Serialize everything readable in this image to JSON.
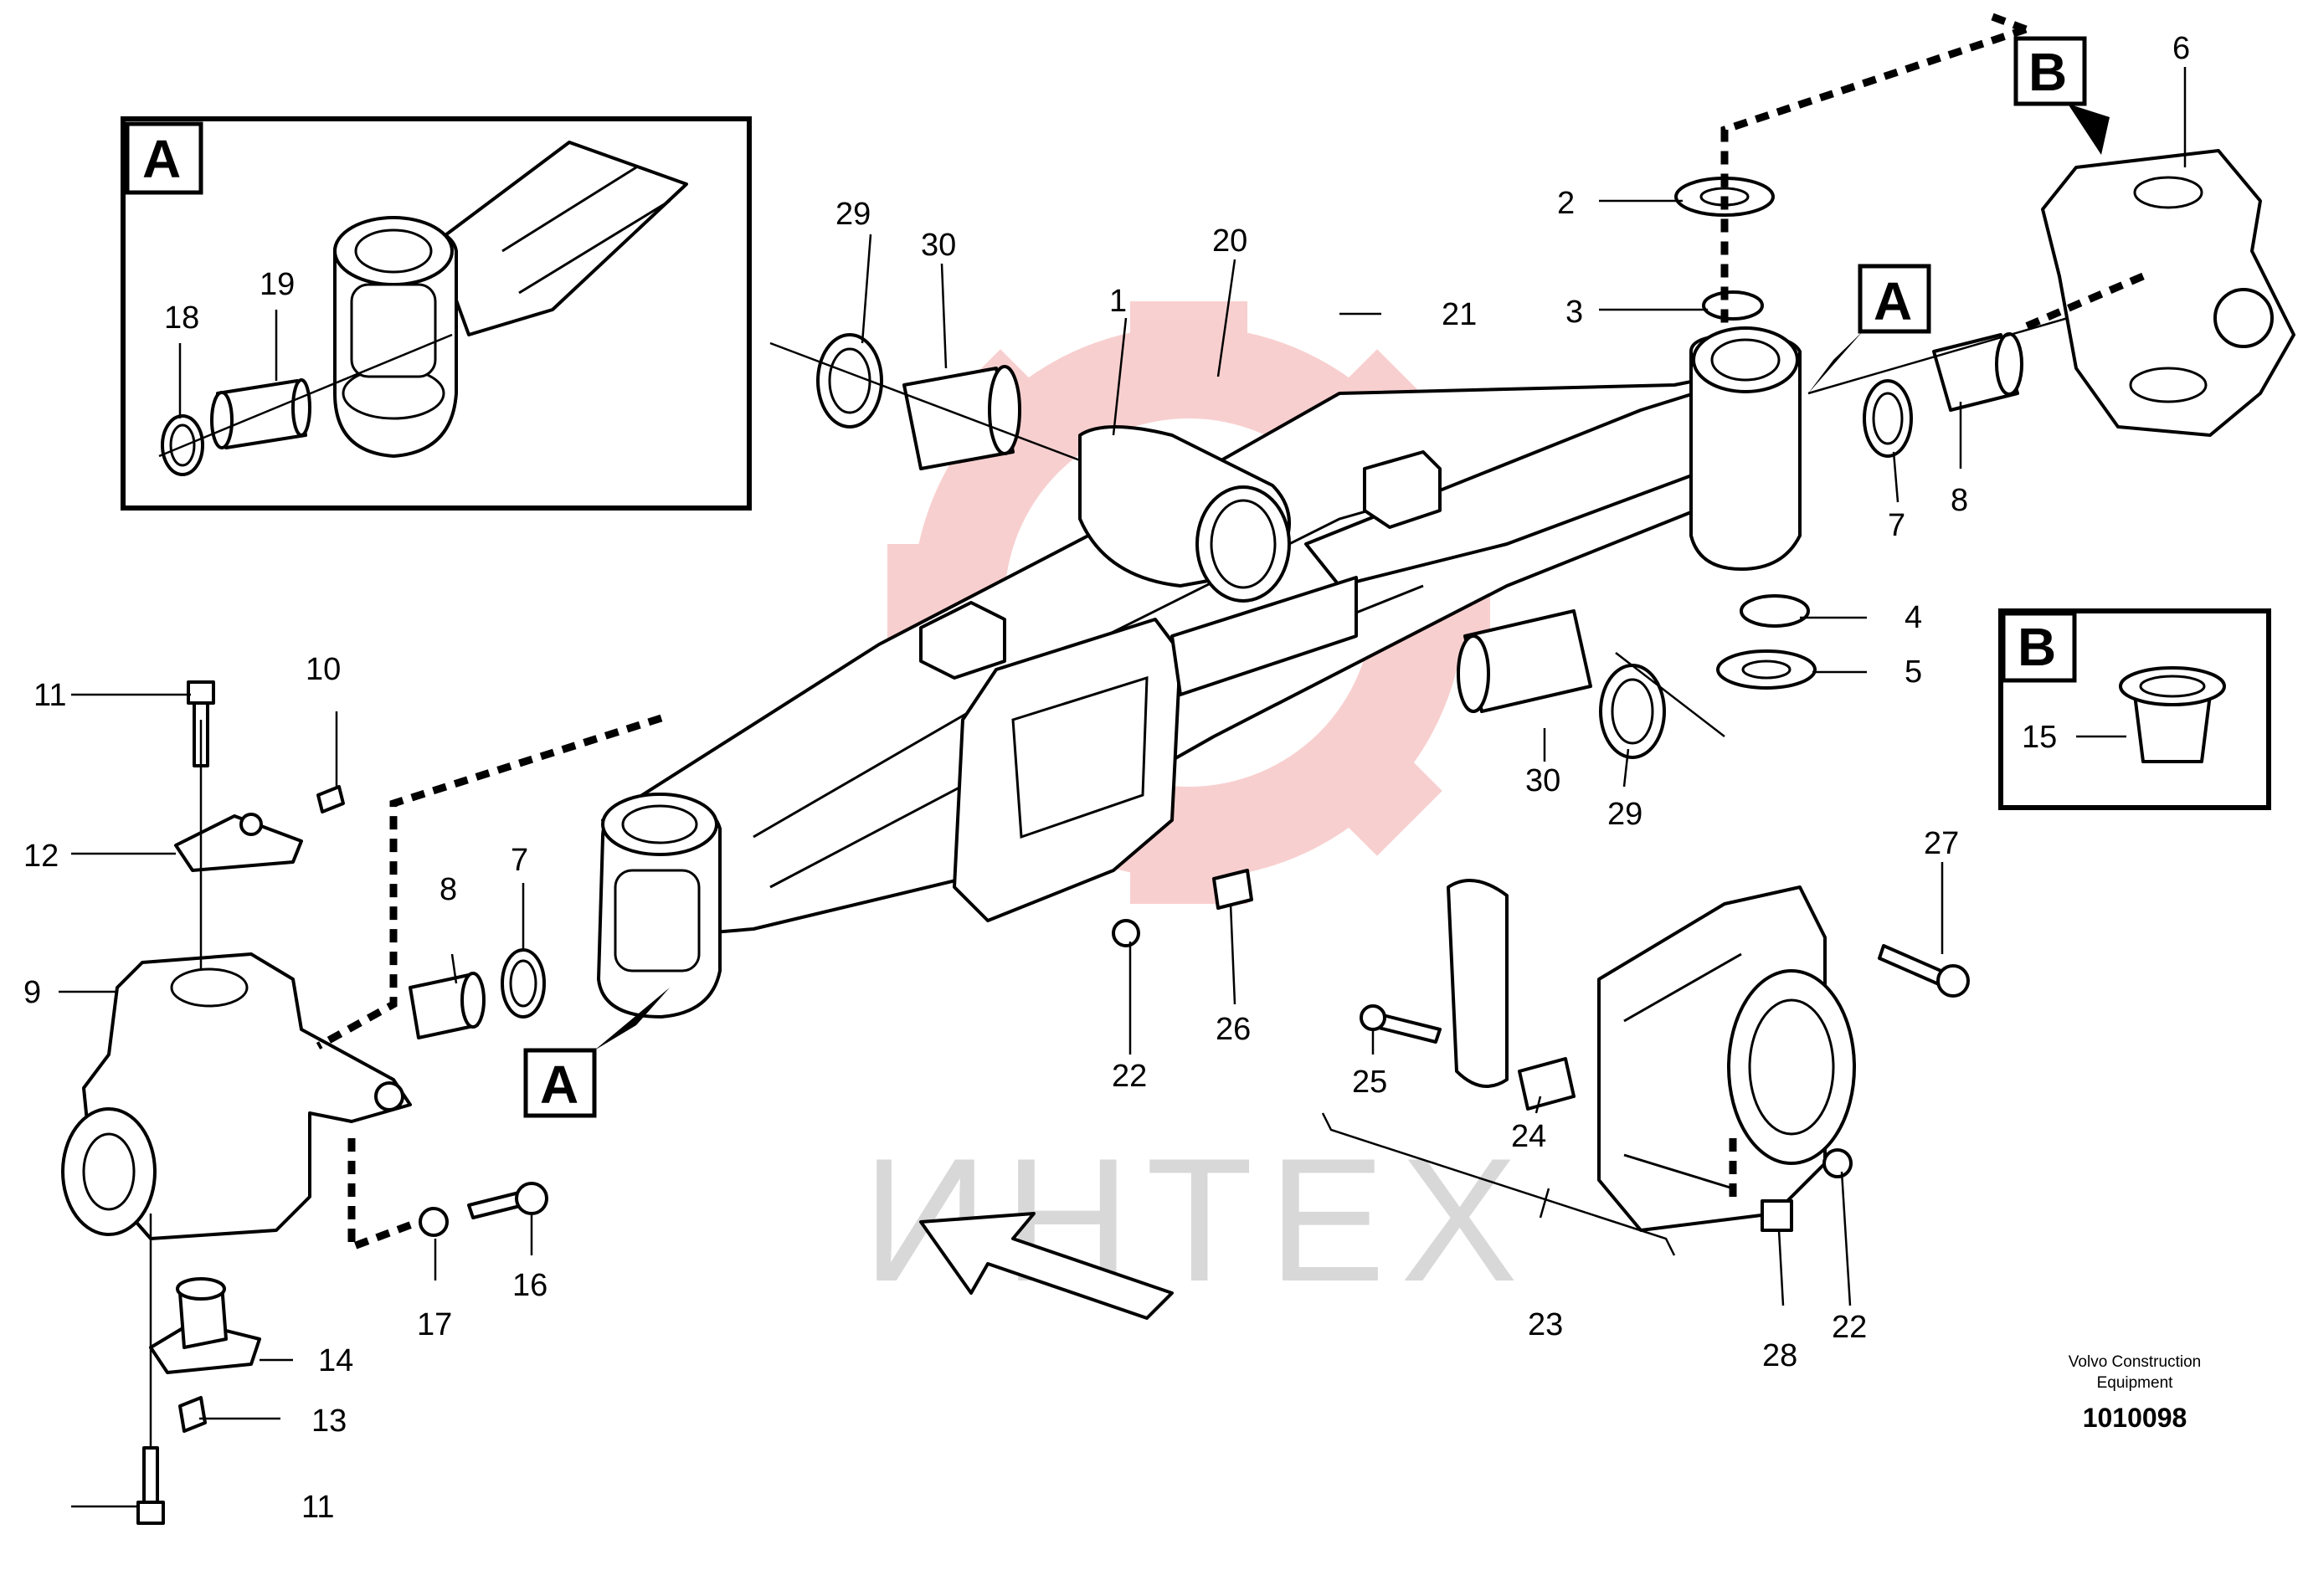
{
  "diagram": {
    "callouts": [
      {
        "id": "c1",
        "text": "1"
      },
      {
        "id": "c2",
        "text": "2"
      },
      {
        "id": "c3",
        "text": "3"
      },
      {
        "id": "c4",
        "text": "4"
      },
      {
        "id": "c5",
        "text": "5"
      },
      {
        "id": "c6",
        "text": "6"
      },
      {
        "id": "c7a",
        "text": "7"
      },
      {
        "id": "c7b",
        "text": "7"
      },
      {
        "id": "c8a",
        "text": "8"
      },
      {
        "id": "c8b",
        "text": "8"
      },
      {
        "id": "c9",
        "text": "9"
      },
      {
        "id": "c10",
        "text": "10"
      },
      {
        "id": "c11a",
        "text": "11"
      },
      {
        "id": "c11b",
        "text": "11"
      },
      {
        "id": "c12",
        "text": "12"
      },
      {
        "id": "c13",
        "text": "13"
      },
      {
        "id": "c14",
        "text": "14"
      },
      {
        "id": "c15",
        "text": "15"
      },
      {
        "id": "c16",
        "text": "16"
      },
      {
        "id": "c17",
        "text": "17"
      },
      {
        "id": "c18",
        "text": "18"
      },
      {
        "id": "c19",
        "text": "19"
      },
      {
        "id": "c20",
        "text": "20"
      },
      {
        "id": "c21",
        "text": "21"
      },
      {
        "id": "c22a",
        "text": "22"
      },
      {
        "id": "c22b",
        "text": "22"
      },
      {
        "id": "c23",
        "text": "23"
      },
      {
        "id": "c24",
        "text": "24"
      },
      {
        "id": "c25",
        "text": "25"
      },
      {
        "id": "c26",
        "text": "26"
      },
      {
        "id": "c27",
        "text": "27"
      },
      {
        "id": "c28",
        "text": "28"
      },
      {
        "id": "c29a",
        "text": "29"
      },
      {
        "id": "c29b",
        "text": "29"
      },
      {
        "id": "c30a",
        "text": "30"
      },
      {
        "id": "c30b",
        "text": "30"
      }
    ],
    "detail_markers": {
      "a_inset": "A",
      "a_right": "A",
      "a_left": "A",
      "b_top": "B",
      "b_inset": "B"
    },
    "credit_line1": "Volvo Construction",
    "credit_line2": "Equipment",
    "drawing_number": "1010098",
    "watermark": "ИНТЕХ"
  }
}
